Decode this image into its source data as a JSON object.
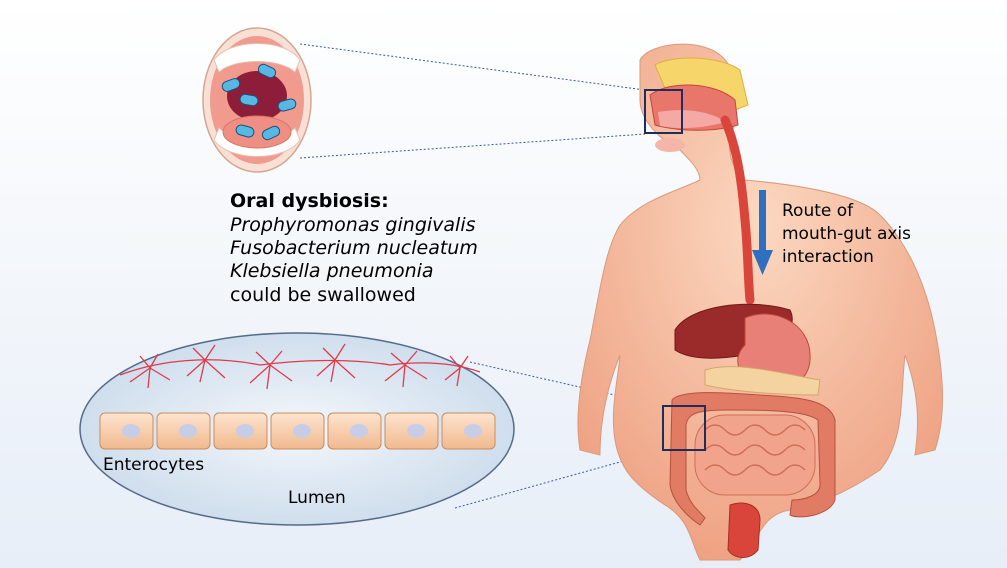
{
  "oral": {
    "heading": "Oral dysbiosis:",
    "bacteria": [
      "Prophyromonas gingivalis",
      "Fusobacterium nucleatum",
      "Klebsiella pneumonia"
    ],
    "note": "could be swallowed"
  },
  "route": {
    "label_line1": "Route of",
    "label_line2": "mouth-gut axis",
    "label_line3": "interaction"
  },
  "intestine_inset": {
    "cells_label": "Enterocytes",
    "lumen_label": "Lumen"
  },
  "colors": {
    "skin": "#f6c4a4",
    "tract": "#d9453a",
    "frame": "#1f2d5c",
    "arrow": "#2f6fc0",
    "vessel": "#e03a4a"
  }
}
